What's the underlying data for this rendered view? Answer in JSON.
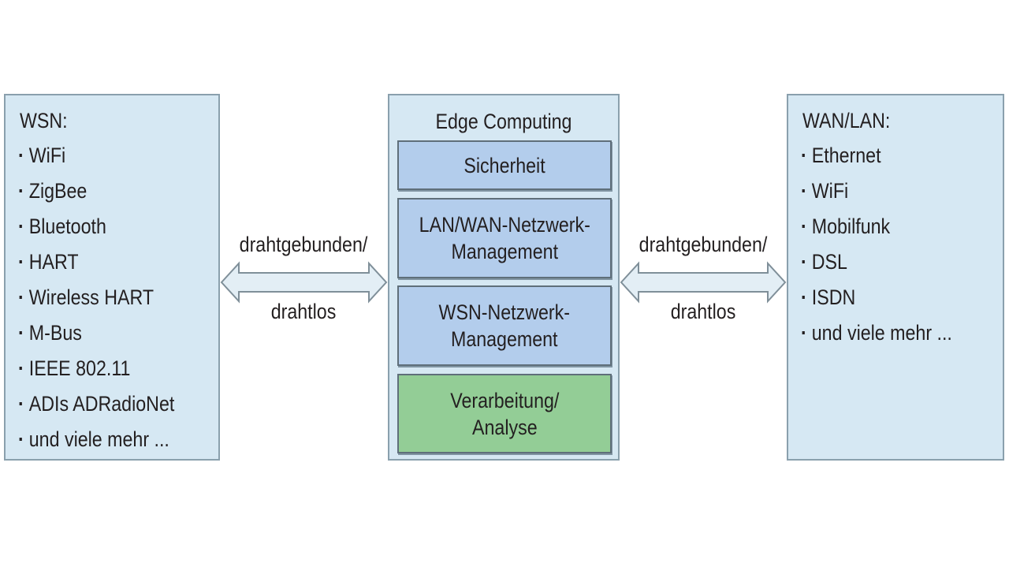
{
  "left_box": {
    "title": "WSN:",
    "items": [
      "WiFi",
      "ZigBee",
      "Bluetooth",
      "HART",
      "Wireless HART",
      "M-Bus",
      "IEEE 802.11",
      "ADIs ADRadioNet",
      "und viele mehr ..."
    ]
  },
  "center_box": {
    "title": "Edge Computing",
    "modules": [
      {
        "label": "Sicherheit"
      },
      {
        "label": "LAN/WAN-Netzwerk-\nManagement"
      },
      {
        "label": "WSN-Netzwerk-\nManagement"
      },
      {
        "label": "Verarbeitung/\nAnalyse"
      }
    ]
  },
  "right_box": {
    "title": "WAN/LAN:",
    "items": [
      "Ethernet",
      "WiFi",
      "Mobilfunk",
      "DSL",
      "ISDN",
      "und viele mehr ..."
    ]
  },
  "left_arrow": {
    "label_top": "drahtgebunden/",
    "label_bottom": "drahtlos"
  },
  "right_arrow": {
    "label_top": "drahtgebunden/",
    "label_bottom": "drahtlos"
  },
  "colors": {
    "panel_fill": "#d6e8f3",
    "module_fill": "#b3cdec",
    "processing_fill": "#93cd96",
    "arrow_fill": "#e3eef5"
  }
}
